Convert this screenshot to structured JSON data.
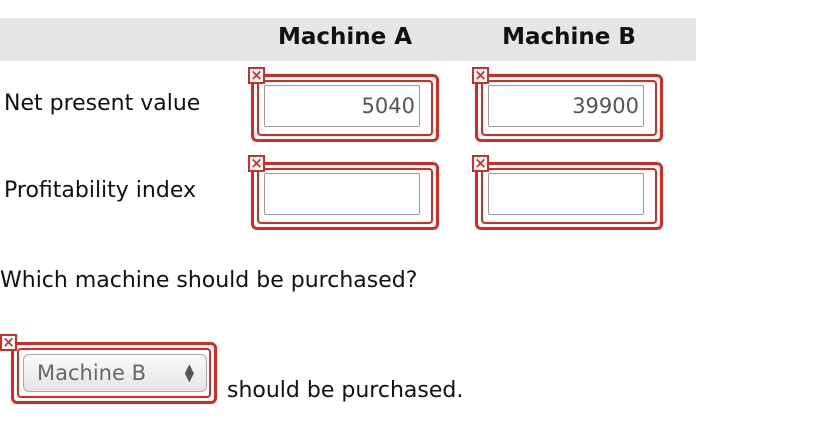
{
  "table": {
    "columns": [
      "Machine A",
      "Machine B"
    ],
    "rows": [
      {
        "label": "Net present value",
        "values": [
          "5040",
          "39900"
        ]
      },
      {
        "label": "Profitability index",
        "values": [
          "",
          ""
        ]
      }
    ]
  },
  "question": {
    "prompt": "Which machine should be purchased?",
    "select_value": "Machine B",
    "tail": "should be purchased."
  },
  "status": {
    "incorrect_mark": "×"
  },
  "colors": {
    "error_red": "#d52b24",
    "header_bg": "#e6e6e6"
  }
}
